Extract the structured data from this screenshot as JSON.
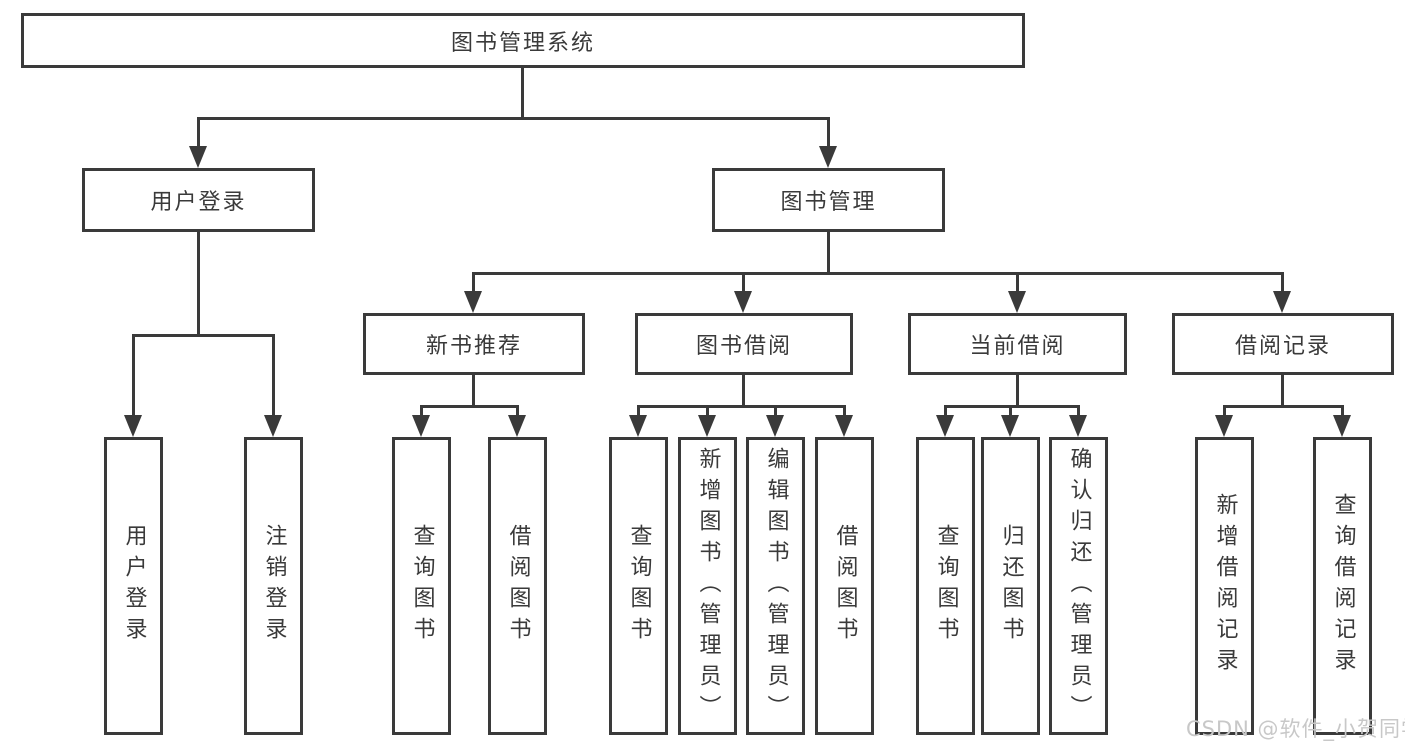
{
  "diagram": {
    "title": "图书管理系统",
    "level2": {
      "user_login": "用户登录",
      "book_management": "图书管理"
    },
    "level3": {
      "new_book_recommend": "新书推荐",
      "book_borrow": "图书借阅",
      "current_borrow": "当前借阅",
      "borrow_record": "借阅记录"
    },
    "leaves": {
      "user_login": [
        "用户登录",
        "注销登录"
      ],
      "new_book_recommend": [
        "查询图书",
        "借阅图书"
      ],
      "book_borrow": [
        "查询图书",
        "新增图书（管理员）",
        "编辑图书（管理员）",
        "借阅图书"
      ],
      "current_borrow": [
        "查询图书",
        "归还图书",
        "确认归还（管理员）"
      ],
      "borrow_record": [
        "新增借阅记录",
        "查询借阅记录"
      ]
    }
  },
  "watermark": {
    "text": "CSDN @软件_小贺同学"
  },
  "colors": {
    "line": "#3a3a3a",
    "box_border": "#3a3a3a",
    "text": "#3a3a3a",
    "background": "#ffffff",
    "watermark": "#c8c8c8"
  }
}
